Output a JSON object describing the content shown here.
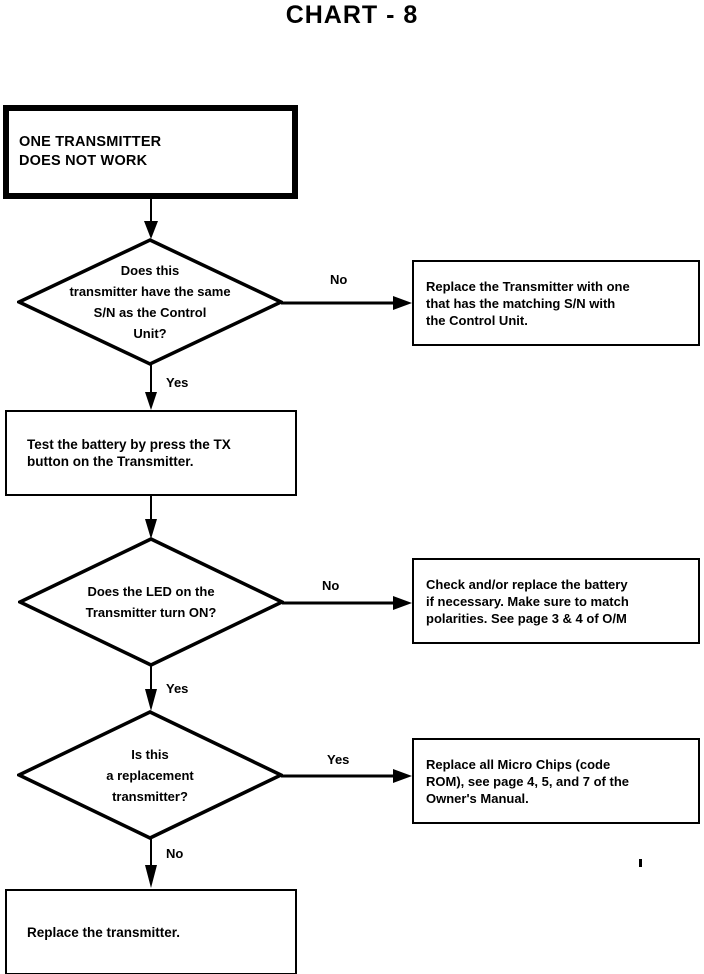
{
  "title": "CHART - 8",
  "diagram": {
    "type": "flowchart",
    "nodes": [
      {
        "id": "start",
        "shape": "terminal",
        "text": "ONE TRANSMITTER\nDOES NOT WORK"
      },
      {
        "id": "decision-sn",
        "shape": "decision",
        "text": "Does this\ntransmitter have the same\nS/N as the Control\nUnit?"
      },
      {
        "id": "result-replace-sn",
        "shape": "process",
        "text": "Replace the Transmitter with one\nthat has the matching S/N with\nthe Control Unit."
      },
      {
        "id": "test-battery",
        "shape": "process",
        "text": "Test the battery by press the TX\nbutton on the Transmitter."
      },
      {
        "id": "decision-led",
        "shape": "decision",
        "text": "Does the LED on the\nTransmitter turn ON?"
      },
      {
        "id": "result-check-battery",
        "shape": "process",
        "text": "Check and/or replace the battery\nif necessary.  Make sure to match\npolarities. See page 3 & 4 of O/M"
      },
      {
        "id": "decision-replacement",
        "shape": "decision",
        "text": "Is this\na replacement\ntransmitter?"
      },
      {
        "id": "result-micro-chips",
        "shape": "process",
        "text": "Replace all Micro Chips (code\nROM), see page 4, 5, and 7 of the\nOwner's Manual."
      },
      {
        "id": "result-replace-tx",
        "shape": "process",
        "text": "Replace the transmitter."
      }
    ],
    "edges": [
      {
        "id": "e1",
        "from": "start",
        "to": "decision-sn",
        "label": ""
      },
      {
        "id": "e2",
        "from": "decision-sn",
        "to": "result-replace-sn",
        "label": "No"
      },
      {
        "id": "e3",
        "from": "decision-sn",
        "to": "test-battery",
        "label": "Yes"
      },
      {
        "id": "e4",
        "from": "test-battery",
        "to": "decision-led",
        "label": ""
      },
      {
        "id": "e5",
        "from": "decision-led",
        "to": "result-check-battery",
        "label": "No"
      },
      {
        "id": "e6",
        "from": "decision-led",
        "to": "decision-replacement",
        "label": "Yes"
      },
      {
        "id": "e7",
        "from": "decision-replacement",
        "to": "result-micro-chips",
        "label": "Yes"
      },
      {
        "id": "e8",
        "from": "decision-replacement",
        "to": "result-replace-tx",
        "label": "No"
      }
    ]
  },
  "colors": {
    "ink": "#000000",
    "paper": "#ffffff"
  }
}
